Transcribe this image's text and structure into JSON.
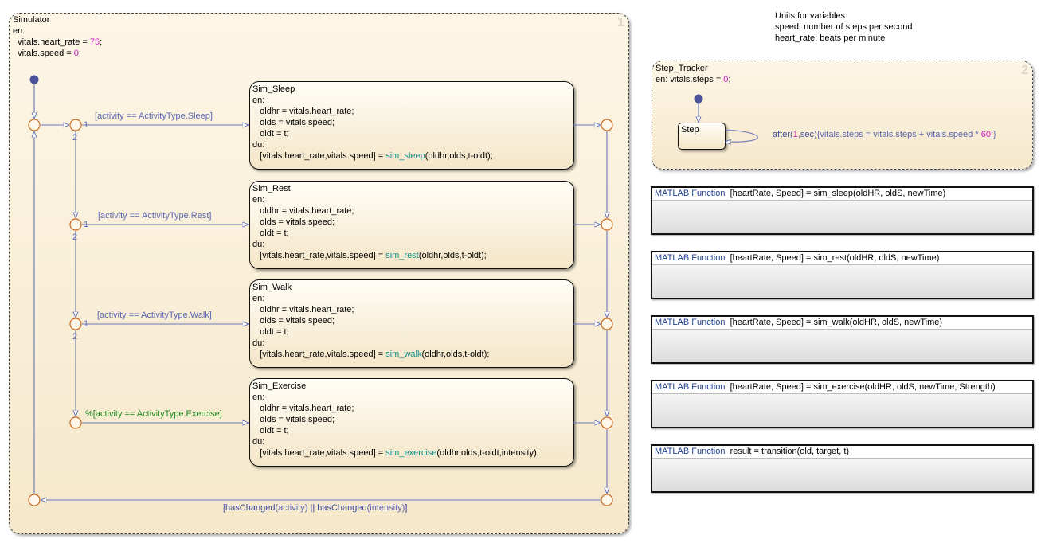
{
  "colors": {
    "text": "#000000",
    "keyword": "#3c4a9a",
    "number": "#c81fc8",
    "function": "#13908a",
    "comment": "#1e8a1e",
    "junction": "#c8681e",
    "transition": "#5a67b0"
  },
  "units_note": [
    "Units for variables:",
    "speed: number of steps per second",
    "heart_rate: beats per minute"
  ],
  "simulator": {
    "name": "Simulator",
    "order": "1",
    "entry": [
      [
        {
          "t": "en:",
          "c": "text"
        }
      ],
      [
        {
          "t": "  vitals.heart_rate = ",
          "c": "text"
        },
        {
          "t": "75",
          "c": "number"
        },
        {
          "t": ";",
          "c": "text"
        }
      ],
      [
        {
          "t": "  vitals.speed = ",
          "c": "text"
        },
        {
          "t": "0",
          "c": "number"
        },
        {
          "t": ";",
          "c": "text"
        }
      ]
    ],
    "states": [
      {
        "name": "Sim_Sleep",
        "lines": [
          [
            {
              "t": "en:",
              "c": "text"
            }
          ],
          [
            {
              "t": "   oldhr = vitals.heart_rate;",
              "c": "text"
            }
          ],
          [
            {
              "t": "   olds = vitals.speed;",
              "c": "text"
            }
          ],
          [
            {
              "t": "   oldt = t;",
              "c": "text"
            }
          ],
          [
            {
              "t": "du:",
              "c": "text"
            }
          ],
          [
            {
              "t": "   [vitals.heart_rate,vitals.speed] = ",
              "c": "text"
            },
            {
              "t": "sim_sleep",
              "c": "function"
            },
            {
              "t": "(oldhr,olds,t-oldt);",
              "c": "text"
            }
          ]
        ]
      },
      {
        "name": "Sim_Rest",
        "lines": [
          [
            {
              "t": "en:",
              "c": "text"
            }
          ],
          [
            {
              "t": "   oldhr = vitals.heart_rate;",
              "c": "text"
            }
          ],
          [
            {
              "t": "   olds = vitals.speed;",
              "c": "text"
            }
          ],
          [
            {
              "t": "   oldt = t;",
              "c": "text"
            }
          ],
          [
            {
              "t": "du:",
              "c": "text"
            }
          ],
          [
            {
              "t": "   [vitals.heart_rate,vitals.speed] = ",
              "c": "text"
            },
            {
              "t": "sim_rest",
              "c": "function"
            },
            {
              "t": "(oldhr,olds,t-oldt);",
              "c": "text"
            }
          ]
        ]
      },
      {
        "name": "Sim_Walk",
        "lines": [
          [
            {
              "t": "en:",
              "c": "text"
            }
          ],
          [
            {
              "t": "   oldhr = vitals.heart_rate;",
              "c": "text"
            }
          ],
          [
            {
              "t": "   olds = vitals.speed;",
              "c": "text"
            }
          ],
          [
            {
              "t": "   oldt = t;",
              "c": "text"
            }
          ],
          [
            {
              "t": "du:",
              "c": "text"
            }
          ],
          [
            {
              "t": "   [vitals.heart_rate,vitals.speed] = ",
              "c": "text"
            },
            {
              "t": "sim_walk",
              "c": "function"
            },
            {
              "t": "(oldhr,olds,t-oldt);",
              "c": "text"
            }
          ]
        ]
      },
      {
        "name": "Sim_Exercise",
        "lines": [
          [
            {
              "t": "en:",
              "c": "text"
            }
          ],
          [
            {
              "t": "   oldhr = vitals.heart_rate;",
              "c": "text"
            }
          ],
          [
            {
              "t": "   olds = vitals.speed;",
              "c": "text"
            }
          ],
          [
            {
              "t": "   oldt = t;",
              "c": "text"
            }
          ],
          [
            {
              "t": "du:",
              "c": "text"
            }
          ],
          [
            {
              "t": "   [vitals.heart_rate,vitals.speed] = ",
              "c": "text"
            },
            {
              "t": "sim_exercise",
              "c": "function"
            },
            {
              "t": "(oldhr,olds,t-oldt,intensity);",
              "c": "text"
            }
          ]
        ]
      }
    ],
    "transitions": [
      [
        {
          "t": "[activity == ActivityType.Sleep]",
          "c": "transition"
        }
      ],
      [
        {
          "t": "[activity == ActivityType.Rest]",
          "c": "transition"
        }
      ],
      [
        {
          "t": "[activity == ActivityType.Walk]",
          "c": "transition"
        }
      ],
      [
        {
          "t": "%[activity == ActivityType.Exercise]",
          "c": "comment"
        }
      ]
    ],
    "reset_transition": [
      {
        "t": "[hasChanged",
        "c": "keyword"
      },
      {
        "t": "(activity)",
        "c": "transition"
      },
      {
        "t": " || ",
        "c": "keyword"
      },
      {
        "t": "hasChanged",
        "c": "keyword"
      },
      {
        "t": "(intensity)",
        "c": "transition"
      },
      {
        "t": "]",
        "c": "keyword"
      }
    ],
    "order_labels": {
      "first": "1",
      "second": "2"
    }
  },
  "step_tracker": {
    "name": "Step_Tracker",
    "order": "2",
    "entry": [
      {
        "t": "en: vitals.steps = ",
        "c": "text"
      },
      {
        "t": "0",
        "c": "number"
      },
      {
        "t": ";",
        "c": "text"
      }
    ],
    "state_name": "Step",
    "self_transition": [
      {
        "t": "after",
        "c": "keyword"
      },
      {
        "t": "(",
        "c": "transition"
      },
      {
        "t": "1",
        "c": "number"
      },
      {
        "t": ",",
        "c": "transition"
      },
      {
        "t": "sec",
        "c": "keyword"
      },
      {
        "t": "){vitals.steps = vitals.steps + vitals.speed * ",
        "c": "transition"
      },
      {
        "t": "60",
        "c": "number"
      },
      {
        "t": ";}",
        "c": "transition"
      }
    ]
  },
  "matlab_functions": [
    {
      "label": "MATLAB Function",
      "signature": "[heartRate, Speed] = sim_sleep(oldHR, oldS, newTime)"
    },
    {
      "label": "MATLAB Function",
      "signature": "[heartRate, Speed] = sim_rest(oldHR, oldS, newTime)"
    },
    {
      "label": "MATLAB Function",
      "signature": "[heartRate, Speed] = sim_walk(oldHR, oldS, newTime)"
    },
    {
      "label": "MATLAB Function",
      "signature": "[heartRate, Speed] = sim_exercise(oldHR, oldS, newTime, Strength)"
    },
    {
      "label": "MATLAB Function",
      "signature": "result = transition(old, target, t)"
    }
  ]
}
